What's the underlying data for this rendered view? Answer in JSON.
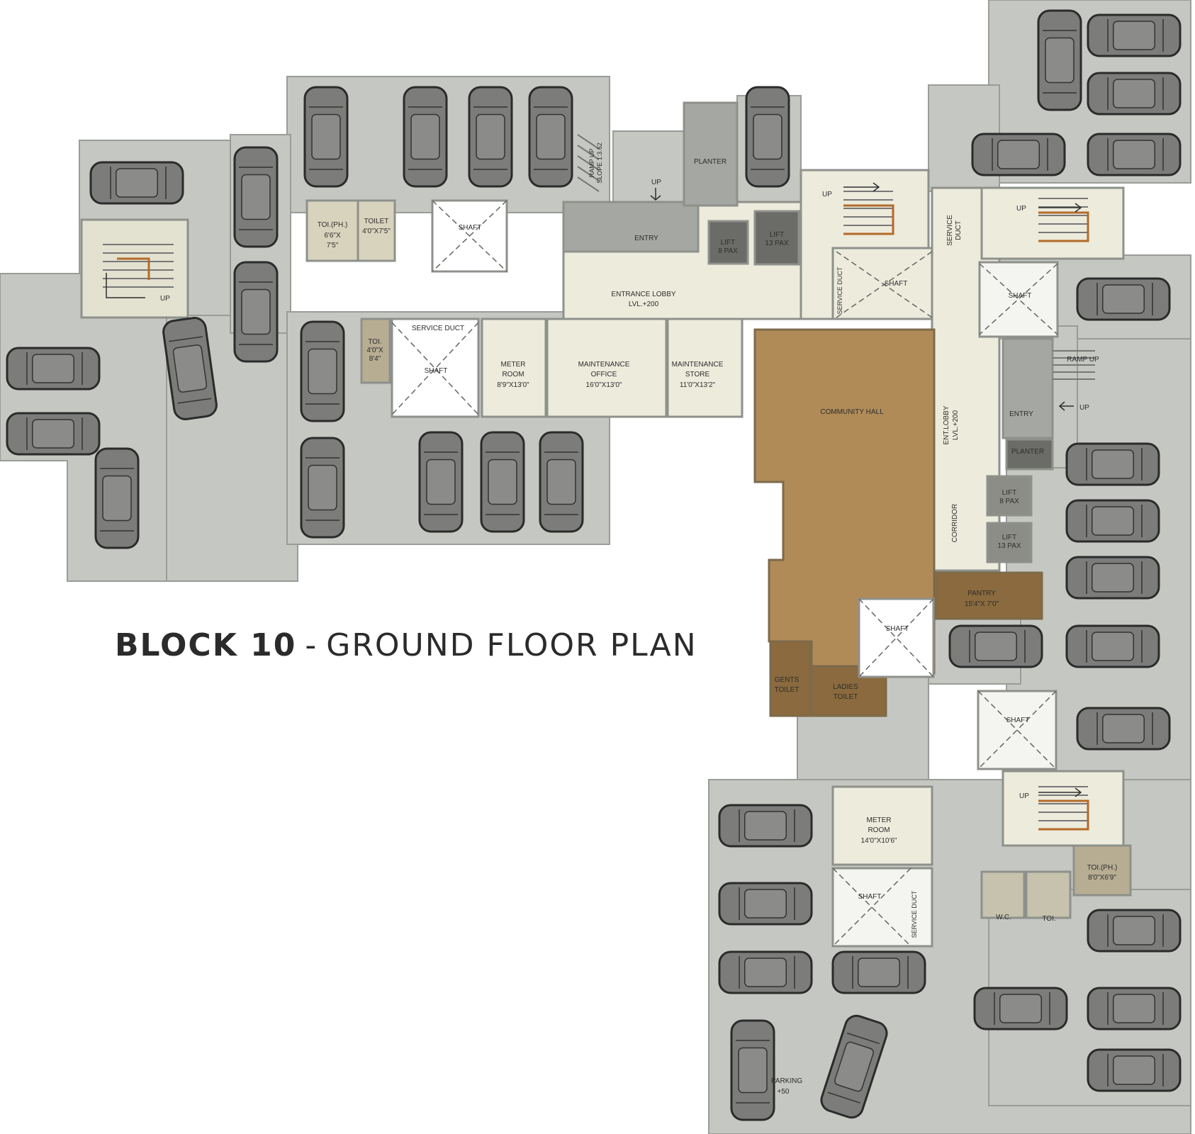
{
  "title": {
    "block": "BLOCK 10",
    "dash": "-",
    "plan": "GROUND FLOOR PLAN"
  },
  "rooms": {
    "toi_ph_left": [
      "TOI.(PH.)",
      "6'6\"X",
      "7'5\""
    ],
    "toilet_left": [
      "TOILET",
      "4'0\"X7'5\""
    ],
    "shaft_1": [
      "SHAFT"
    ],
    "ramp_up_left": [
      "RAMP UP",
      "SLOPE 1:3.62"
    ],
    "up_entry": [
      "UP"
    ],
    "planter_top": [
      "PLANTER"
    ],
    "entry_top": [
      "ENTRY"
    ],
    "lift_8_top": [
      "LIFT",
      "8 PAX"
    ],
    "lift_13_top": [
      "LIFT",
      "13 PAX"
    ],
    "up_stair_top": [
      "UP"
    ],
    "entrance_lobby": [
      "ENTRANCE LOBBY",
      "LVL.+200"
    ],
    "service_duct_1": [
      "SERVICE DUCT"
    ],
    "shaft_2": [
      "SHAFT"
    ],
    "up_stair_left": [
      "UP"
    ],
    "service_duct_2": [
      "SERVICE DUCT"
    ],
    "toi_small": [
      "TOI.",
      "4'0\"X",
      "8'4\""
    ],
    "shaft_3": [
      "SHAFT"
    ],
    "meter_room_1": [
      "METER",
      "ROOM",
      "8'9\"X13'0\""
    ],
    "maintenance_office": [
      "MAINTENANCE",
      "OFFICE",
      "16'0\"X13'0\""
    ],
    "maintenance_store": [
      "MAINTENANCE",
      "STORE",
      "11'0\"X13'2\""
    ],
    "community_hall": [
      "COMMUNITY HALL"
    ],
    "service_duct_right": [
      "SERVICE",
      "DUCT"
    ],
    "up_stair_right": [
      "UP"
    ],
    "shaft_4": [
      "SHAFT"
    ],
    "ramp_up_right": [
      "RAMP UP"
    ],
    "up_arrow_right": [
      "UP"
    ],
    "entry_right": [
      "ENTRY"
    ],
    "ent_lobby": [
      "ENT.LOBBY",
      "LVL.+200"
    ],
    "planter_right": [
      "PLANTER"
    ],
    "lift_8_right": [
      "LIFT",
      "8 PAX"
    ],
    "lift_13_right": [
      "LIFT",
      "13 PAX"
    ],
    "corridor": [
      "CORRIDOR"
    ],
    "pantry": [
      "PANTRY",
      "15'4\"X 7'0\""
    ],
    "shaft_5": [
      "SHAFT"
    ],
    "gents_toilet": [
      "GENTS",
      "TOILET"
    ],
    "ladies_toilet": [
      "LADIES",
      "TOILET"
    ],
    "shaft_6": [
      "SHAFT"
    ],
    "up_stair_bottom": [
      "UP"
    ],
    "meter_room_2": [
      "METER",
      "ROOM",
      "14'0\"X10'6\""
    ],
    "shaft_7": [
      "SHAFT"
    ],
    "service_duct_3": [
      "SERVICE DUCT"
    ],
    "toi_ph_right": [
      "TOI.(PH.)",
      "8'0\"X6'9\""
    ],
    "wc": [
      "W.C."
    ],
    "toi_right": [
      "TOI."
    ],
    "parking": [
      "PARKING",
      "+50"
    ]
  },
  "colors": {
    "parking_floor": "#c7c9c4",
    "wall": "#8e918b",
    "room_cream": "#ecebdc",
    "community_hall": "#b08b58",
    "toilet_brown": "#8a6a3e",
    "car_body": "#7c7c7a",
    "car_outline": "#2b2b2b"
  }
}
